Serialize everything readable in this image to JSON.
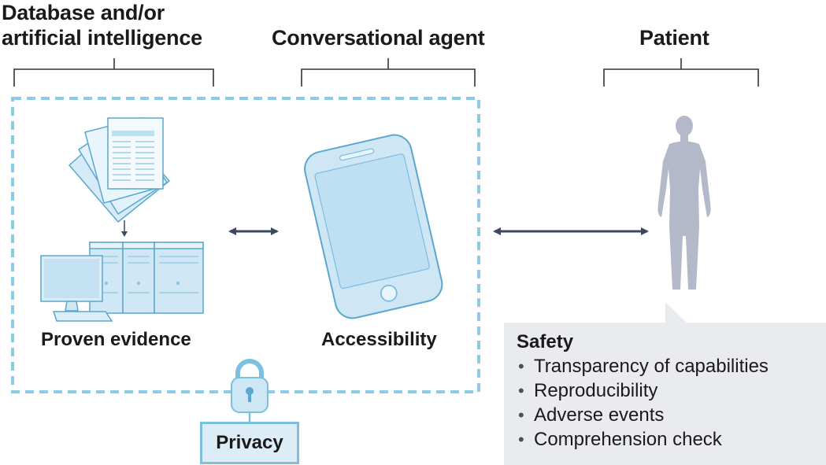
{
  "headings": {
    "database_line1": "Database and/or",
    "database_line2": "artificial intelligence",
    "agent": "Conversational agent",
    "patient": "Patient"
  },
  "labels": {
    "evidence": "Proven evidence",
    "accessibility": "Accessibility",
    "privacy": "Privacy"
  },
  "safety": {
    "title": "Safety",
    "items": [
      "Transparency of capabilities",
      "Reproducibility",
      "Adverse events",
      "Comprehension check"
    ]
  },
  "colors": {
    "dashed_border": "#7cc0e0",
    "light_blue_fill": "#dcedf8",
    "arrow": "#3a4a5e",
    "patient_figure": "#b4b9c9",
    "panel_bg": "#eaebef"
  },
  "icons": {
    "documents": "stacked-documents-icon",
    "computer": "desktop-servers-icon",
    "phone": "smartphone-icon",
    "lock": "padlock-icon",
    "patient": "person-silhouette-icon"
  }
}
